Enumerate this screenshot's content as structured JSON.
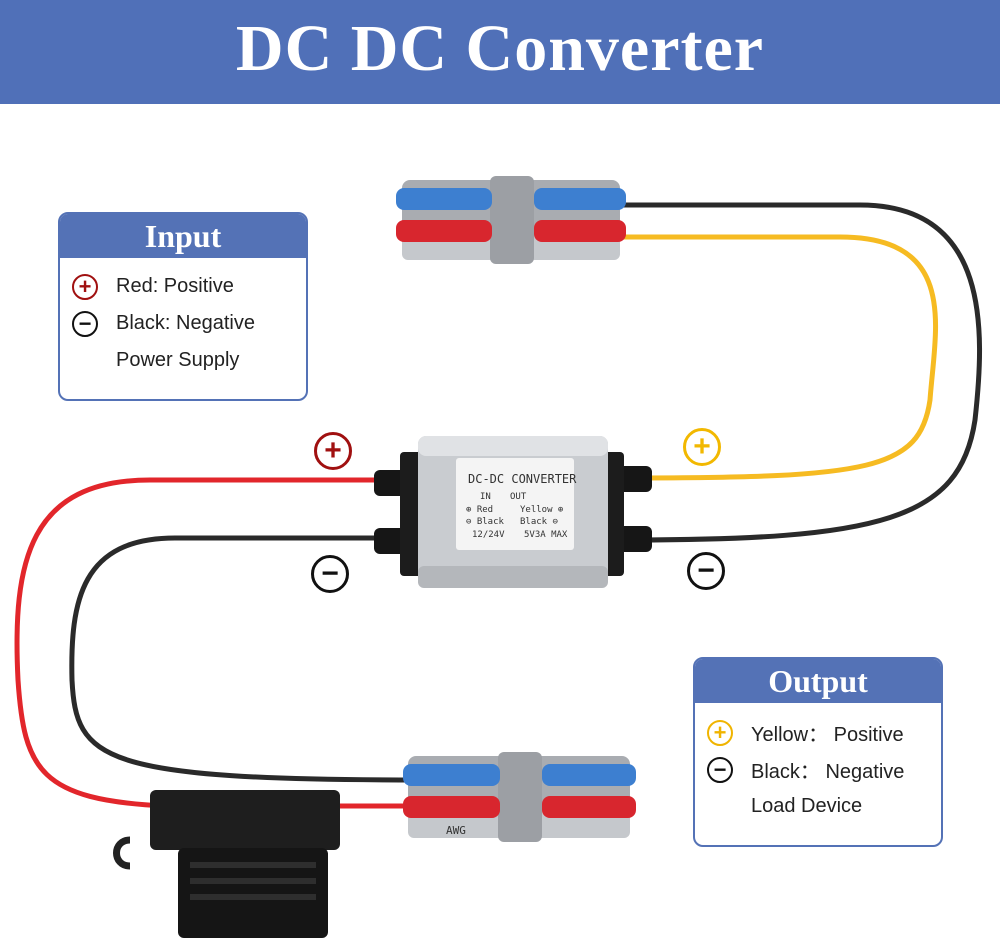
{
  "title": "DC DC Converter",
  "input_panel": {
    "heading": "Input",
    "rows": [
      {
        "symbol": "+",
        "text": "Red: Positive"
      },
      {
        "symbol": "−",
        "text": "Black: Negative"
      },
      {
        "text": "Power Supply"
      }
    ]
  },
  "output_panel": {
    "heading": "Output",
    "rows": [
      {
        "symbol": "+",
        "text": "Yellow： Positive"
      },
      {
        "symbol": "−",
        "text": "Black： Negative"
      },
      {
        "text": "Load Device"
      }
    ]
  },
  "markers": {
    "input_positive": "+",
    "input_negative": "−",
    "output_positive": "+",
    "output_negative": "−"
  },
  "converter_label": {
    "title": "DC-DC CONVERTER",
    "col_in": "IN",
    "col_out": "OUT",
    "line1_left": "⊕ Red",
    "line1_right": "Yellow ⊕",
    "line2_left": "⊖ Black",
    "line2_right": "Black ⊖",
    "line3_left": "12/24V",
    "line3_right": "5V3A MAX"
  },
  "connector_label": "AWG",
  "colors": {
    "banner": "#5070b8",
    "panel": "#5472b6",
    "wire_red": "#e2262b",
    "wire_black": "#2a2a2a",
    "wire_yellow": "#f6bb22",
    "lever_blue": "#3d7fd0",
    "lever_red": "#d8262e"
  }
}
